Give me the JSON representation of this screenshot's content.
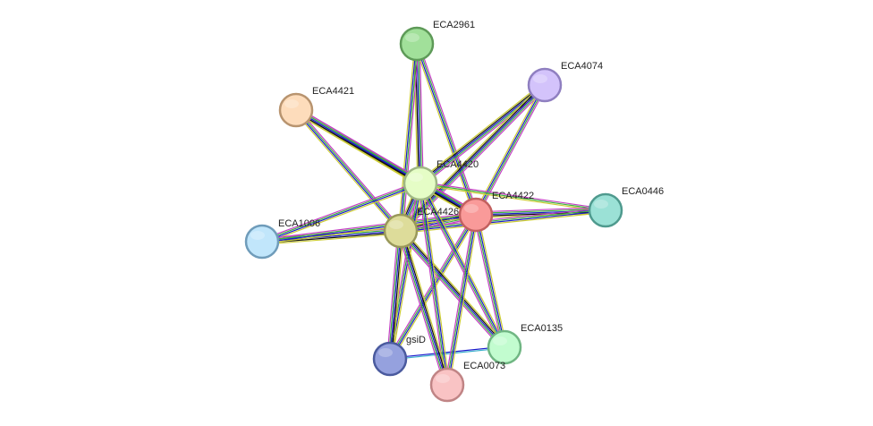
{
  "nodes": [
    {
      "id": "ECA2961",
      "label": "ECA2961",
      "fill": "#a1e09a",
      "stroke": "#5e9a58"
    },
    {
      "id": "ECA4074",
      "label": "ECA4074",
      "fill": "#d3c3fb",
      "stroke": "#8f7fc0"
    },
    {
      "id": "ECA4421",
      "label": "ECA4421",
      "fill": "#fddcbb",
      "stroke": "#b8946f"
    },
    {
      "id": "ECA4420",
      "label": "ECA4420",
      "fill": "#e5fdc6",
      "stroke": "#9fb784"
    },
    {
      "id": "ECA4422",
      "label": "ECA4422",
      "fill": "#f99a99",
      "stroke": "#c2605f"
    },
    {
      "id": "ECA0446",
      "label": "ECA0446",
      "fill": "#9be1d6",
      "stroke": "#4f9a8e"
    },
    {
      "id": "ECA4426",
      "label": "ECA4426",
      "fill": "#dddc9a",
      "stroke": "#99985a"
    },
    {
      "id": "ECA1006",
      "label": "ECA1006",
      "fill": "#c1e6fb",
      "stroke": "#6f9cba"
    },
    {
      "id": "gsiD",
      "label": "gsiD",
      "fill": "#95a1de",
      "stroke": "#4a5a9e"
    },
    {
      "id": "ECA0135",
      "label": "ECA0135",
      "fill": "#c2fccf",
      "stroke": "#70b683"
    },
    {
      "id": "ECA0073",
      "label": "ECA0073",
      "fill": "#f9c3c4",
      "stroke": "#c08485"
    }
  ],
  "edges": [
    {
      "source": "ECA2961",
      "target": "ECA4420",
      "colors": [
        "#c43fc4",
        "#3db13d",
        "#1a1acc",
        "#111111",
        "#cccc33"
      ]
    },
    {
      "source": "ECA2961",
      "target": "ECA4426",
      "colors": [
        "#c43fc4",
        "#3db13d",
        "#1a1acc",
        "#cccc33"
      ]
    },
    {
      "source": "ECA2961",
      "target": "ECA4422",
      "colors": [
        "#c43fc4",
        "#3db13d",
        "#1a1acc",
        "#cccc33"
      ]
    },
    {
      "source": "ECA4074",
      "target": "ECA4420",
      "colors": [
        "#c43fc4",
        "#3db13d",
        "#1a1acc",
        "#111111",
        "#cccc33"
      ]
    },
    {
      "source": "ECA4074",
      "target": "ECA4426",
      "colors": [
        "#c43fc4",
        "#3db13d",
        "#1a1acc",
        "#111111",
        "#cccc33"
      ]
    },
    {
      "source": "ECA4074",
      "target": "ECA4422",
      "colors": [
        "#c43fc4",
        "#3db13d",
        "#1a1acc",
        "#cccc33"
      ]
    },
    {
      "source": "ECA4421",
      "target": "ECA4420",
      "colors": [
        "#c43fc4",
        "#3db13d",
        "#1a1acc",
        "#111111",
        "#cccc33"
      ]
    },
    {
      "source": "ECA4421",
      "target": "ECA4426",
      "colors": [
        "#c43fc4",
        "#3db13d",
        "#1a1acc",
        "#cccc33"
      ]
    },
    {
      "source": "ECA4421",
      "target": "ECA4422",
      "colors": [
        "#c43fc4",
        "#3db13d",
        "#1a1acc",
        "#111111",
        "#cccc33"
      ]
    },
    {
      "source": "ECA4420",
      "target": "ECA4422",
      "colors": [
        "#c43fc4",
        "#3db13d",
        "#1a1acc",
        "#111111",
        "#cccc33"
      ]
    },
    {
      "source": "ECA4420",
      "target": "ECA4426",
      "colors": [
        "#c43fc4",
        "#3db13d",
        "#1a1acc",
        "#111111",
        "#cccc33"
      ]
    },
    {
      "source": "ECA4422",
      "target": "ECA4426",
      "colors": [
        "#c43fc4",
        "#3db13d",
        "#1a1acc",
        "#111111",
        "#cccc33"
      ]
    },
    {
      "source": "ECA4420",
      "target": "ECA0446",
      "colors": [
        "#c43fc4",
        "#3db13d",
        "#cccc33"
      ]
    },
    {
      "source": "ECA4422",
      "target": "ECA0446",
      "colors": [
        "#c43fc4",
        "#3db13d",
        "#1a1acc",
        "#111111",
        "#cccc33"
      ]
    },
    {
      "source": "ECA4426",
      "target": "ECA0446",
      "colors": [
        "#c43fc4",
        "#3db13d",
        "#1a1acc",
        "#cccc33"
      ]
    },
    {
      "source": "ECA1006",
      "target": "ECA4420",
      "colors": [
        "#c43fc4",
        "#3db13d",
        "#1a1acc",
        "#cccc33"
      ]
    },
    {
      "source": "ECA1006",
      "target": "ECA4426",
      "colors": [
        "#c43fc4",
        "#3db13d",
        "#1a1acc",
        "#111111",
        "#cccc33"
      ]
    },
    {
      "source": "ECA1006",
      "target": "ECA4422",
      "colors": [
        "#c43fc4",
        "#3db13d",
        "#1a1acc",
        "#cccc33"
      ]
    },
    {
      "source": "gsiD",
      "target": "ECA4420",
      "colors": [
        "#c43fc4",
        "#3db13d",
        "#1a1acc",
        "#cccc33"
      ]
    },
    {
      "source": "gsiD",
      "target": "ECA4426",
      "colors": [
        "#c43fc4",
        "#3db13d",
        "#1a1acc",
        "#111111",
        "#cccc33"
      ]
    },
    {
      "source": "gsiD",
      "target": "ECA4422",
      "colors": [
        "#c43fc4",
        "#3db13d",
        "#1a1acc",
        "#cccc33"
      ]
    },
    {
      "source": "gsiD",
      "target": "ECA0135",
      "colors": [
        "#1a1acc",
        "#3db1cc"
      ]
    },
    {
      "source": "ECA0135",
      "target": "ECA4420",
      "colors": [
        "#c43fc4",
        "#3db13d",
        "#1a1acc",
        "#cccc33"
      ]
    },
    {
      "source": "ECA0135",
      "target": "ECA4426",
      "colors": [
        "#c43fc4",
        "#3db13d",
        "#1a1acc",
        "#111111",
        "#cccc33"
      ]
    },
    {
      "source": "ECA0135",
      "target": "ECA4422",
      "colors": [
        "#c43fc4",
        "#3db13d",
        "#1a1acc",
        "#cccc33"
      ]
    },
    {
      "source": "ECA0073",
      "target": "ECA4420",
      "colors": [
        "#c43fc4",
        "#3db13d",
        "#1a1acc",
        "#cccc33"
      ]
    },
    {
      "source": "ECA0073",
      "target": "ECA4426",
      "colors": [
        "#c43fc4",
        "#3db13d",
        "#1a1acc",
        "#111111",
        "#cccc33"
      ]
    },
    {
      "source": "ECA0073",
      "target": "ECA4422",
      "colors": [
        "#c43fc4",
        "#3db13d",
        "#1a1acc",
        "#cccc33"
      ]
    }
  ]
}
